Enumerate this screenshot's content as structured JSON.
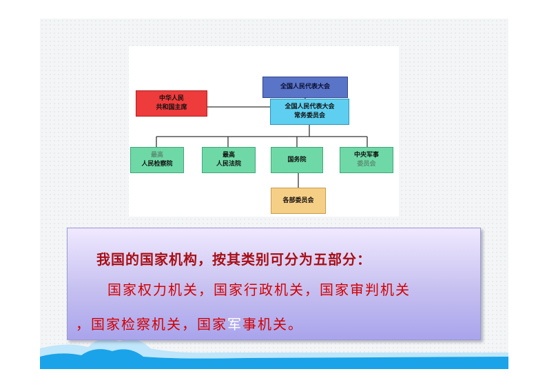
{
  "org_chart": {
    "npc": [
      "全国人民代表大会"
    ],
    "npc_standing_committee": [
      "全国人民代表大会",
      "常务委员会"
    ],
    "president": [
      "中华人民",
      "共和国主席"
    ],
    "prosecutorate": [
      "最高",
      "人民检察院"
    ],
    "court": [
      "最高",
      "人民法院"
    ],
    "state_council": [
      "国务院"
    ],
    "military_commission": [
      "中央军事",
      "委员会"
    ],
    "ministries": [
      "各部委员会"
    ]
  },
  "text": {
    "line1": "我国的国家机构，按其类别可分为五部分：",
    "line2": "国家权力机关，国家行政机关，国家审判机关",
    "line3_a": "，国家检察机关，国家",
    "line3_highlight": "军",
    "line3_b": "事机关。"
  },
  "colors": {
    "npc": "#5a74c8",
    "npc_standing_committee": "#5ecff0",
    "president": "#ee3b3b",
    "organs": "#6ed9a6",
    "ministries": "#f6cf86",
    "text_red": "#d40000",
    "wave_blue": "#1aa3e8"
  }
}
